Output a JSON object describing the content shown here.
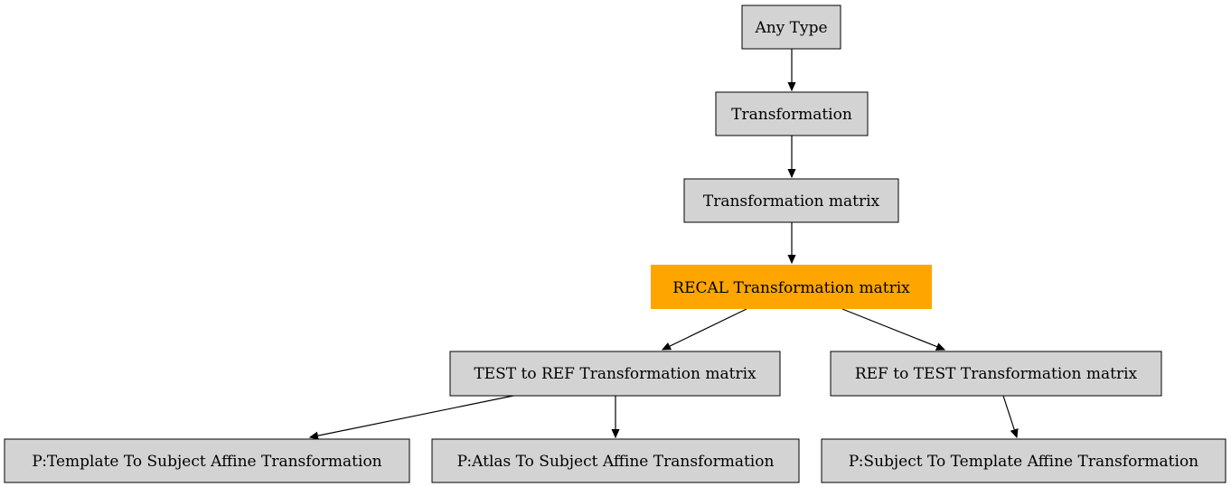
{
  "nodes": {
    "any_type": {
      "label": "Any Type",
      "fill": "#d3d3d3"
    },
    "transformation": {
      "label": "Transformation",
      "fill": "#d3d3d3"
    },
    "transformation_matrix": {
      "label": "Transformation matrix",
      "fill": "#d3d3d3"
    },
    "recal_transformation_matrix": {
      "label": "RECAL Transformation matrix",
      "fill": "#ffa500"
    },
    "test_to_ref": {
      "label": "TEST to REF Transformation matrix",
      "fill": "#d3d3d3"
    },
    "ref_to_test": {
      "label": "REF to TEST Transformation matrix",
      "fill": "#d3d3d3"
    },
    "template_to_subject": {
      "label": "P:Template To Subject Affine Transformation",
      "fill": "#d3d3d3"
    },
    "atlas_to_subject": {
      "label": "P:Atlas To Subject Affine Transformation",
      "fill": "#d3d3d3"
    },
    "subject_to_template": {
      "label": "P:Subject To Template Affine Transformation",
      "fill": "#d3d3d3"
    }
  },
  "edges": [
    {
      "from": "Any Type",
      "to": "Transformation"
    },
    {
      "from": "Transformation",
      "to": "Transformation matrix"
    },
    {
      "from": "Transformation matrix",
      "to": "RECAL Transformation matrix"
    },
    {
      "from": "RECAL Transformation matrix",
      "to": "TEST to REF Transformation matrix"
    },
    {
      "from": "RECAL Transformation matrix",
      "to": "REF to TEST Transformation matrix"
    },
    {
      "from": "TEST to REF Transformation matrix",
      "to": "P:Template To Subject Affine Transformation"
    },
    {
      "from": "TEST to REF Transformation matrix",
      "to": "P:Atlas To Subject Affine Transformation"
    },
    {
      "from": "REF to TEST Transformation matrix",
      "to": "P:Subject To Template Affine Transformation"
    }
  ]
}
